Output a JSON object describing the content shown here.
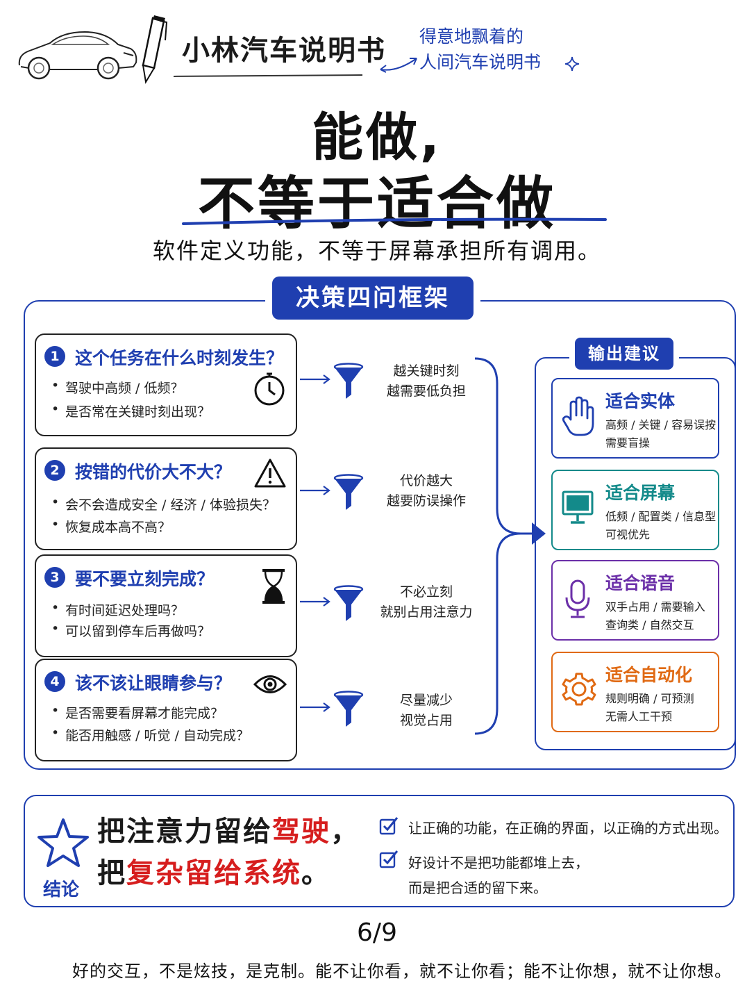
{
  "header": {
    "brand": "小林汽车说明书",
    "tagline_line1": "得意地飘着的",
    "tagline_line2": "人间汽车说明书"
  },
  "title": {
    "line1": "能做,",
    "line2": "不等于适合做",
    "subtitle": "软件定义功能，不等于屏幕承担所有调用。"
  },
  "framework": {
    "badge": "决策四问框架",
    "questions": [
      {
        "num": "1",
        "title": "这个任务在什么时刻发生？",
        "bullets": [
          "驾驶中高频 / 低频？",
          "是否常在关键时刻出现？"
        ],
        "icon": "clock-icon",
        "result": [
          "越关键时刻",
          "越需要低负担"
        ]
      },
      {
        "num": "2",
        "title": "按错的代价大不大？",
        "bullets": [
          "会不会造成安全 / 经济 / 体验损失？",
          "恢复成本高不高？"
        ],
        "icon": "warning-icon",
        "result": [
          "代价越大",
          "越要防误操作"
        ]
      },
      {
        "num": "3",
        "title": "要不要立刻完成？",
        "bullets": [
          "有时间延迟处理吗？",
          "可以留到停车后再做吗？"
        ],
        "icon": "hourglass-icon",
        "result": [
          "不必立刻",
          "就别占用注意力"
        ]
      },
      {
        "num": "4",
        "title": "该不该让眼睛参与？",
        "bullets": [
          "是否需要看屏幕才能完成？",
          "能否用触感 / 听觉 / 自动完成？"
        ],
        "icon": "eye-icon",
        "result": [
          "尽量减少",
          "视觉占用"
        ]
      }
    ],
    "output": {
      "badge": "输出建议",
      "cards": [
        {
          "title": "适合实体",
          "line1": "高频 / 关键 / 容易误按",
          "line2": "需要盲操",
          "color": "#1f3fb0",
          "icon": "hand-icon"
        },
        {
          "title": "适合屏幕",
          "line1": "低频 / 配置类 / 信息型",
          "line2": "可视优先",
          "color": "#138a8a",
          "icon": "monitor-icon"
        },
        {
          "title": "适合语音",
          "line1": "双手占用 / 需要输入",
          "line2": "查询类 / 自然交互",
          "color": "#6b2fa8",
          "icon": "microphone-icon"
        },
        {
          "title": "适合自动化",
          "line1": "规则明确 / 可预测",
          "line2": "无需人工干预",
          "color": "#e06a14",
          "icon": "gear-icon"
        }
      ]
    }
  },
  "conclusion": {
    "label": "结论",
    "line1_a": "把注意力留给",
    "line1_b": "驾驶",
    "line1_c": "，",
    "line2_a": "把",
    "line2_b": "复杂留给系统",
    "line2_c": "。",
    "check1": "让正确的功能，在正确的界面，以正确的方式出现。",
    "check2_a": "好设计不是把功能都堆上去，",
    "check2_b": "而是把合适的留下来。",
    "red": "#d61e1e"
  },
  "footer": {
    "page": "6/9",
    "text": "好的交互，不是炫技，是克制。能不让你看，就不让你看；能不让你想，就不让你想。"
  }
}
